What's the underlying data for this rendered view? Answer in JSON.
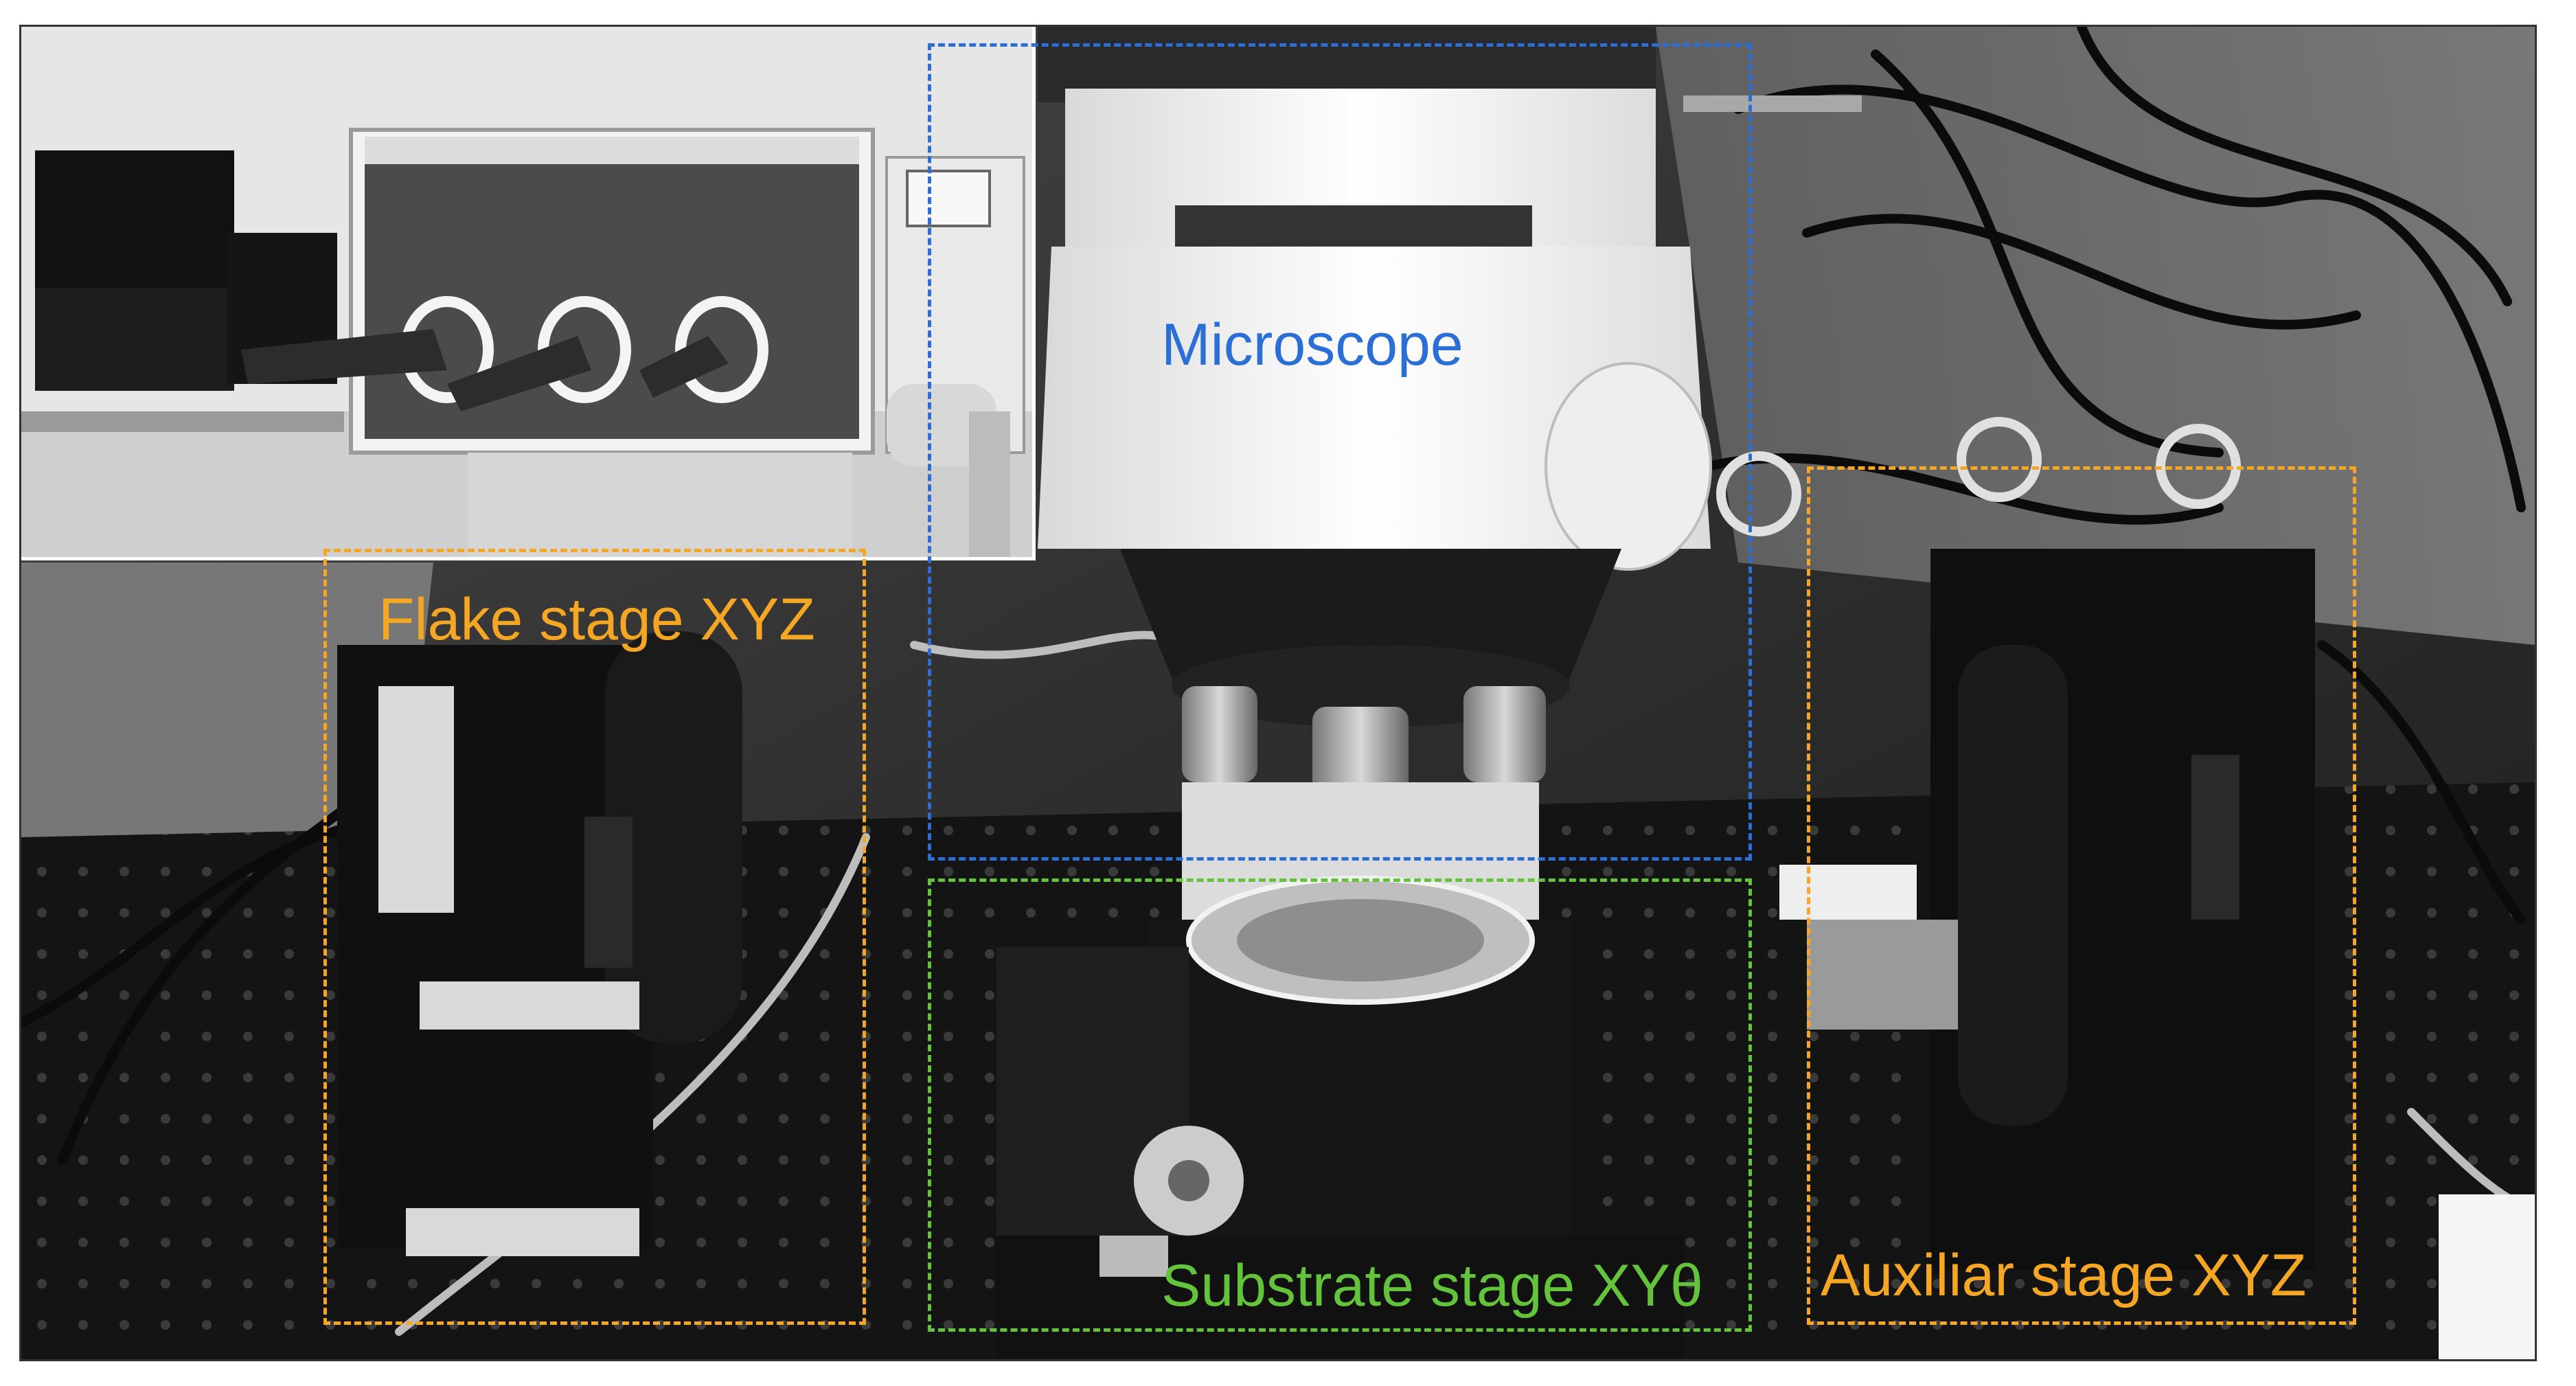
{
  "photo": {
    "labels": {
      "microscope": "Microscope",
      "flake_stage": "Flake stage XYZ",
      "substrate_stage": "Substrate stage XYθ",
      "auxiliar_stage": "Auxiliar stage XYZ"
    },
    "colors": {
      "microscope": "#2b6fd6",
      "flake_stage": "#f5a623",
      "substrate_stage": "#63c43c",
      "auxiliar_stage": "#f5a623"
    }
  }
}
